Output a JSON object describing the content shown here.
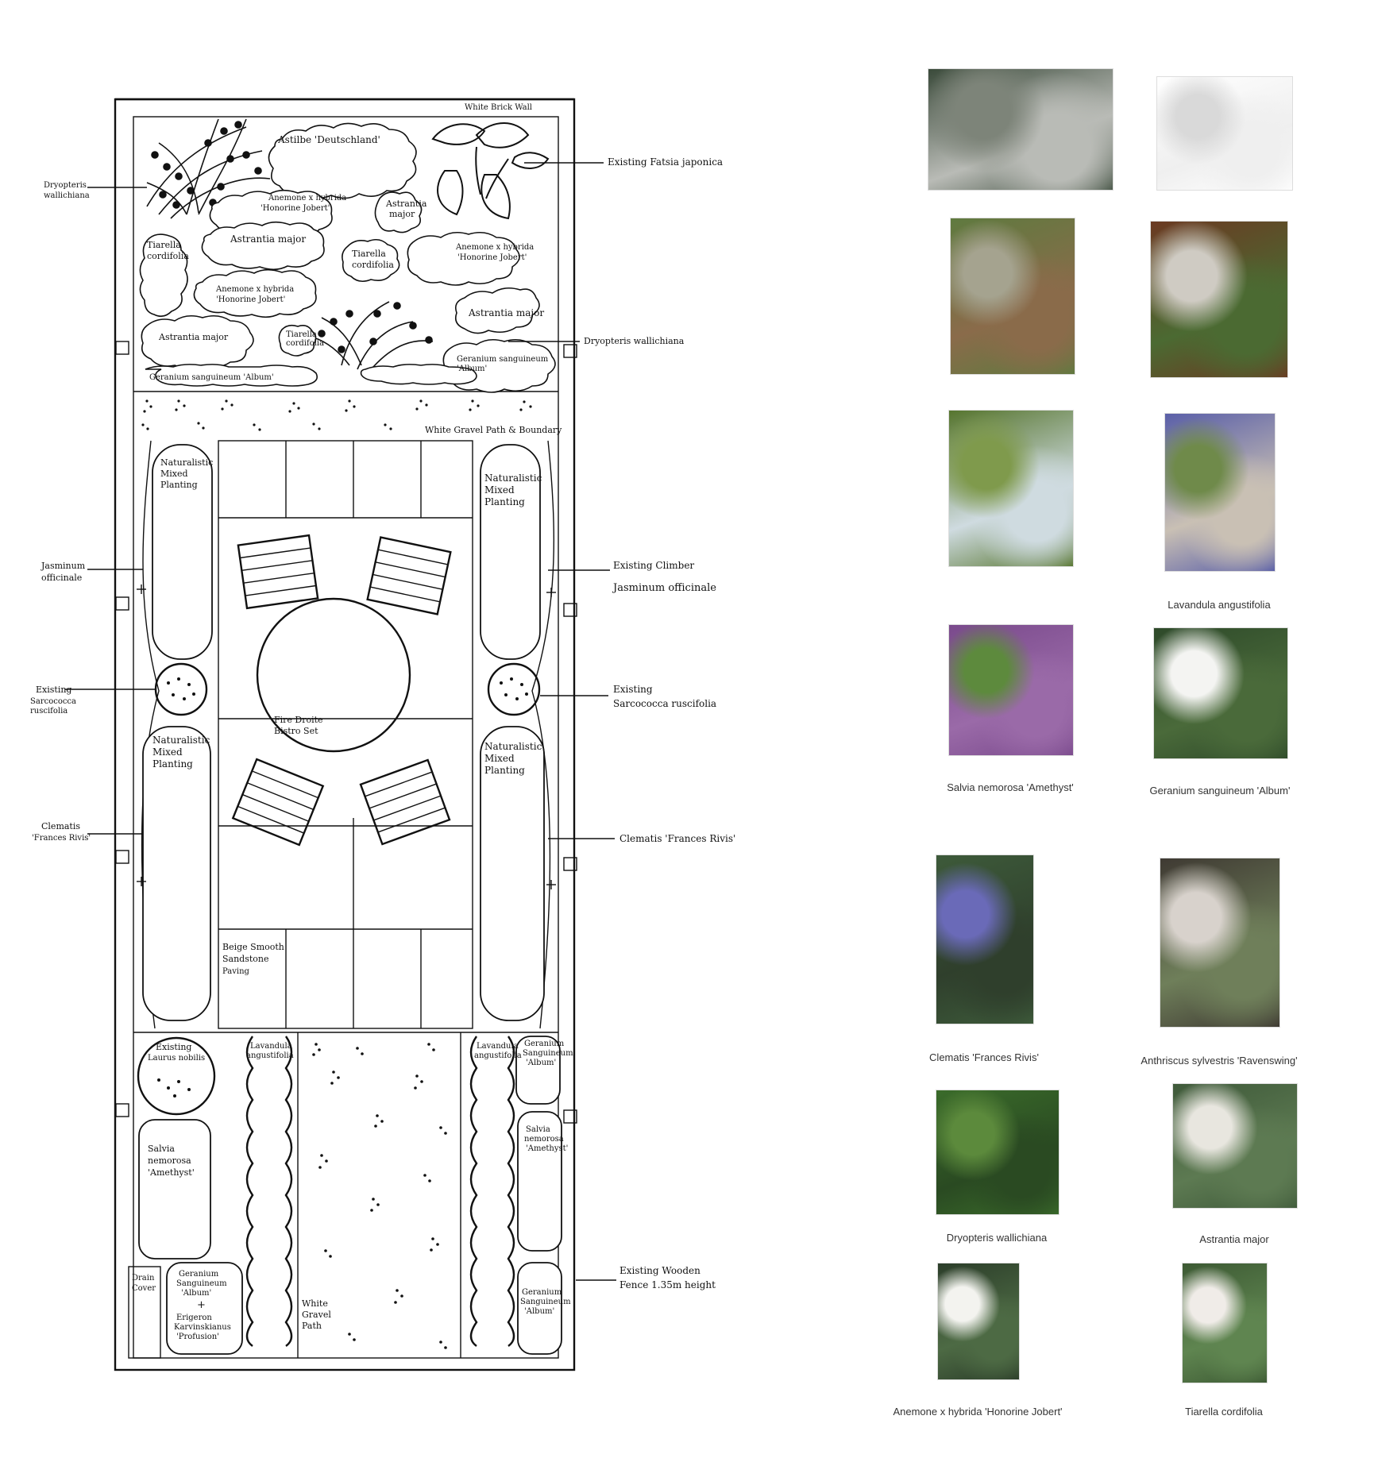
{
  "plan": {
    "labels": {
      "wall": "White Brick Wall",
      "astilbe": "Astilbe 'Deutschland'",
      "fatsia": "Existing Fatsia japonica",
      "dryo_left_1": "Dryopteris",
      "dryo_left_2": "wallichiana",
      "anem1_1": "Anemone x hybrida",
      "anem1_2": "'Honorine Jobert'",
      "astr1_1": "Astrantia",
      "astr1_2": "major",
      "tiar1_1": "Tiarella",
      "tiar1_2": "cordifolia",
      "astr2": "Astrantia major",
      "tiar2_1": "Tiarella",
      "tiar2_2": "cordifolia",
      "anem2_1": "Anemone x hybrida",
      "anem2_2": "'Honorine Jobert'",
      "anem3_1": "Anemone x hybrida",
      "anem3_2": "'Honorine Jobert'",
      "astr3": "Astrantia major",
      "astr4": "Astrantia major",
      "tiar3_1": "Tiarella",
      "tiar3_2": "cordifolia",
      "dryo_right": "Dryopteris wallichiana",
      "ger1_1": "Geranium sanguineum",
      "ger1_2": "'Album'",
      "ger2": "Geranium sanguineum 'Album'",
      "gravel_path": "White Gravel Path & Boundary",
      "nat1_1": "Naturalistic",
      "nat1_2": "Mixed",
      "nat1_3": "Planting",
      "nat2_1": "Naturalistic",
      "nat2_2": "Mixed",
      "nat2_3": "Planting",
      "nat3_1": "Naturalistic",
      "nat3_2": "Mixed",
      "nat3_3": "Planting",
      "nat4_1": "Naturalistic",
      "nat4_2": "Mixed",
      "nat4_3": "Planting",
      "jas_left_1": "Jasminum",
      "jas_left_2": "officinale",
      "climber_1": "Existing Climber",
      "climber_2": "Jasminum officinale",
      "sarc_left_1": "Existing",
      "sarc_left_2": "Sarcococca",
      "sarc_left_3": "ruscifolia",
      "sarc_right_1": "Existing",
      "sarc_right_2": "Sarcococca ruscifolia",
      "bistro_1": "Fire Droite",
      "bistro_2": "Bistro Set",
      "clem_left_1": "Clematis",
      "clem_left_2": "'Frances Rivis'",
      "clem_right": "Clematis 'Frances Rivis'",
      "paving_1": "Beige Smooth",
      "paving_2": "Sandstone",
      "paving_3": "Paving",
      "laurus_1": "Existing",
      "laurus_2": "Laurus nobilis",
      "lav_left_1": "Lavandula",
      "lav_left_2": "angustifolia",
      "lav_right_1": "Lavandula",
      "lav_right_2": "angustifolia",
      "ger3_1": "Geranium",
      "ger3_2": "Sanguineum",
      "ger3_3": "'Album'",
      "salvia_l_1": "Salvia",
      "salvia_l_2": "nemorosa",
      "salvia_l_3": "'Amethyst'",
      "salvia_r_1": "Salvia",
      "salvia_r_2": "nemorosa",
      "salvia_r_3": "'Amethyst'",
      "drain_1": "Drain",
      "drain_2": "Cover",
      "ger4_1": "Geranium",
      "ger4_2": "Sanguineum",
      "ger4_3": "'Album'",
      "plus": "+",
      "erig_1": "Erigeron",
      "erig_2": "Karvinskianus",
      "erig_3": "'Profusion'",
      "wgp_1": "White",
      "wgp_2": "Gravel",
      "wgp_3": "Path",
      "ger5_1": "Geranium",
      "ger5_2": "Sanguineum",
      "ger5_3": "'Album'",
      "fence_1": "Existing Wooden",
      "fence_2": "Fence 1.35m height"
    }
  },
  "gallery": {
    "photos": [
      {
        "id": "patio",
        "caption": "",
        "colors": [
          "#3a4a3a",
          "#7d8479",
          "#b9bbb6"
        ]
      },
      {
        "id": "gravel",
        "caption": "",
        "colors": [
          "#ffffff",
          "#d9d9d9",
          "#efefef"
        ]
      },
      {
        "id": "bistro-garden",
        "caption": "",
        "colors": [
          "#5f7a3f",
          "#a5a38f",
          "#8a6b4a"
        ]
      },
      {
        "id": "gravel-seating",
        "caption": "",
        "colors": [
          "#6b3a22",
          "#cfcbc3",
          "#4b6a32"
        ]
      },
      {
        "id": "deckchair",
        "caption": "",
        "colors": [
          "#56752e",
          "#7f9a4c",
          "#cfdbe0"
        ]
      },
      {
        "id": "lavandula",
        "caption": "Lavandula angustifolia",
        "colors": [
          "#5a5fa8",
          "#6f8a4a",
          "#c9c0b4"
        ]
      },
      {
        "id": "salvia",
        "caption": "Salvia nemorosa 'Amethyst'",
        "colors": [
          "#7a4a8c",
          "#5d8a3d",
          "#9a6aa8"
        ]
      },
      {
        "id": "geranium",
        "caption": "Geranium sanguineum 'Album'",
        "colors": [
          "#2e4a2a",
          "#f4f4f2",
          "#4a6a3a"
        ]
      },
      {
        "id": "clematis",
        "caption": "Clematis 'Frances Rivis'",
        "colors": [
          "#3d5a3a",
          "#6a6ab8",
          "#2f3f2c"
        ]
      },
      {
        "id": "anthriscus",
        "caption": "Anthriscus sylvestris 'Ravenswing'",
        "colors": [
          "#3f3a33",
          "#d8d2cc",
          "#6f7f5a"
        ]
      },
      {
        "id": "dryopteris",
        "caption": "Dryopteris wallichiana",
        "colors": [
          "#3a6b2a",
          "#5c8a3c",
          "#2a4a22"
        ]
      },
      {
        "id": "astrantia",
        "caption": "Astrantia major",
        "colors": [
          "#3f5a3a",
          "#e8e6df",
          "#5d7a52"
        ]
      },
      {
        "id": "anemone",
        "caption": "Anemone x hybrida 'Honorine Jobert'",
        "colors": [
          "#2c3e2a",
          "#f3f3ef",
          "#4d6a44"
        ]
      },
      {
        "id": "tiarella",
        "caption": "Tiarella cordifolia",
        "colors": [
          "#3d5a34",
          "#f0ece8",
          "#5f8550"
        ]
      }
    ]
  }
}
